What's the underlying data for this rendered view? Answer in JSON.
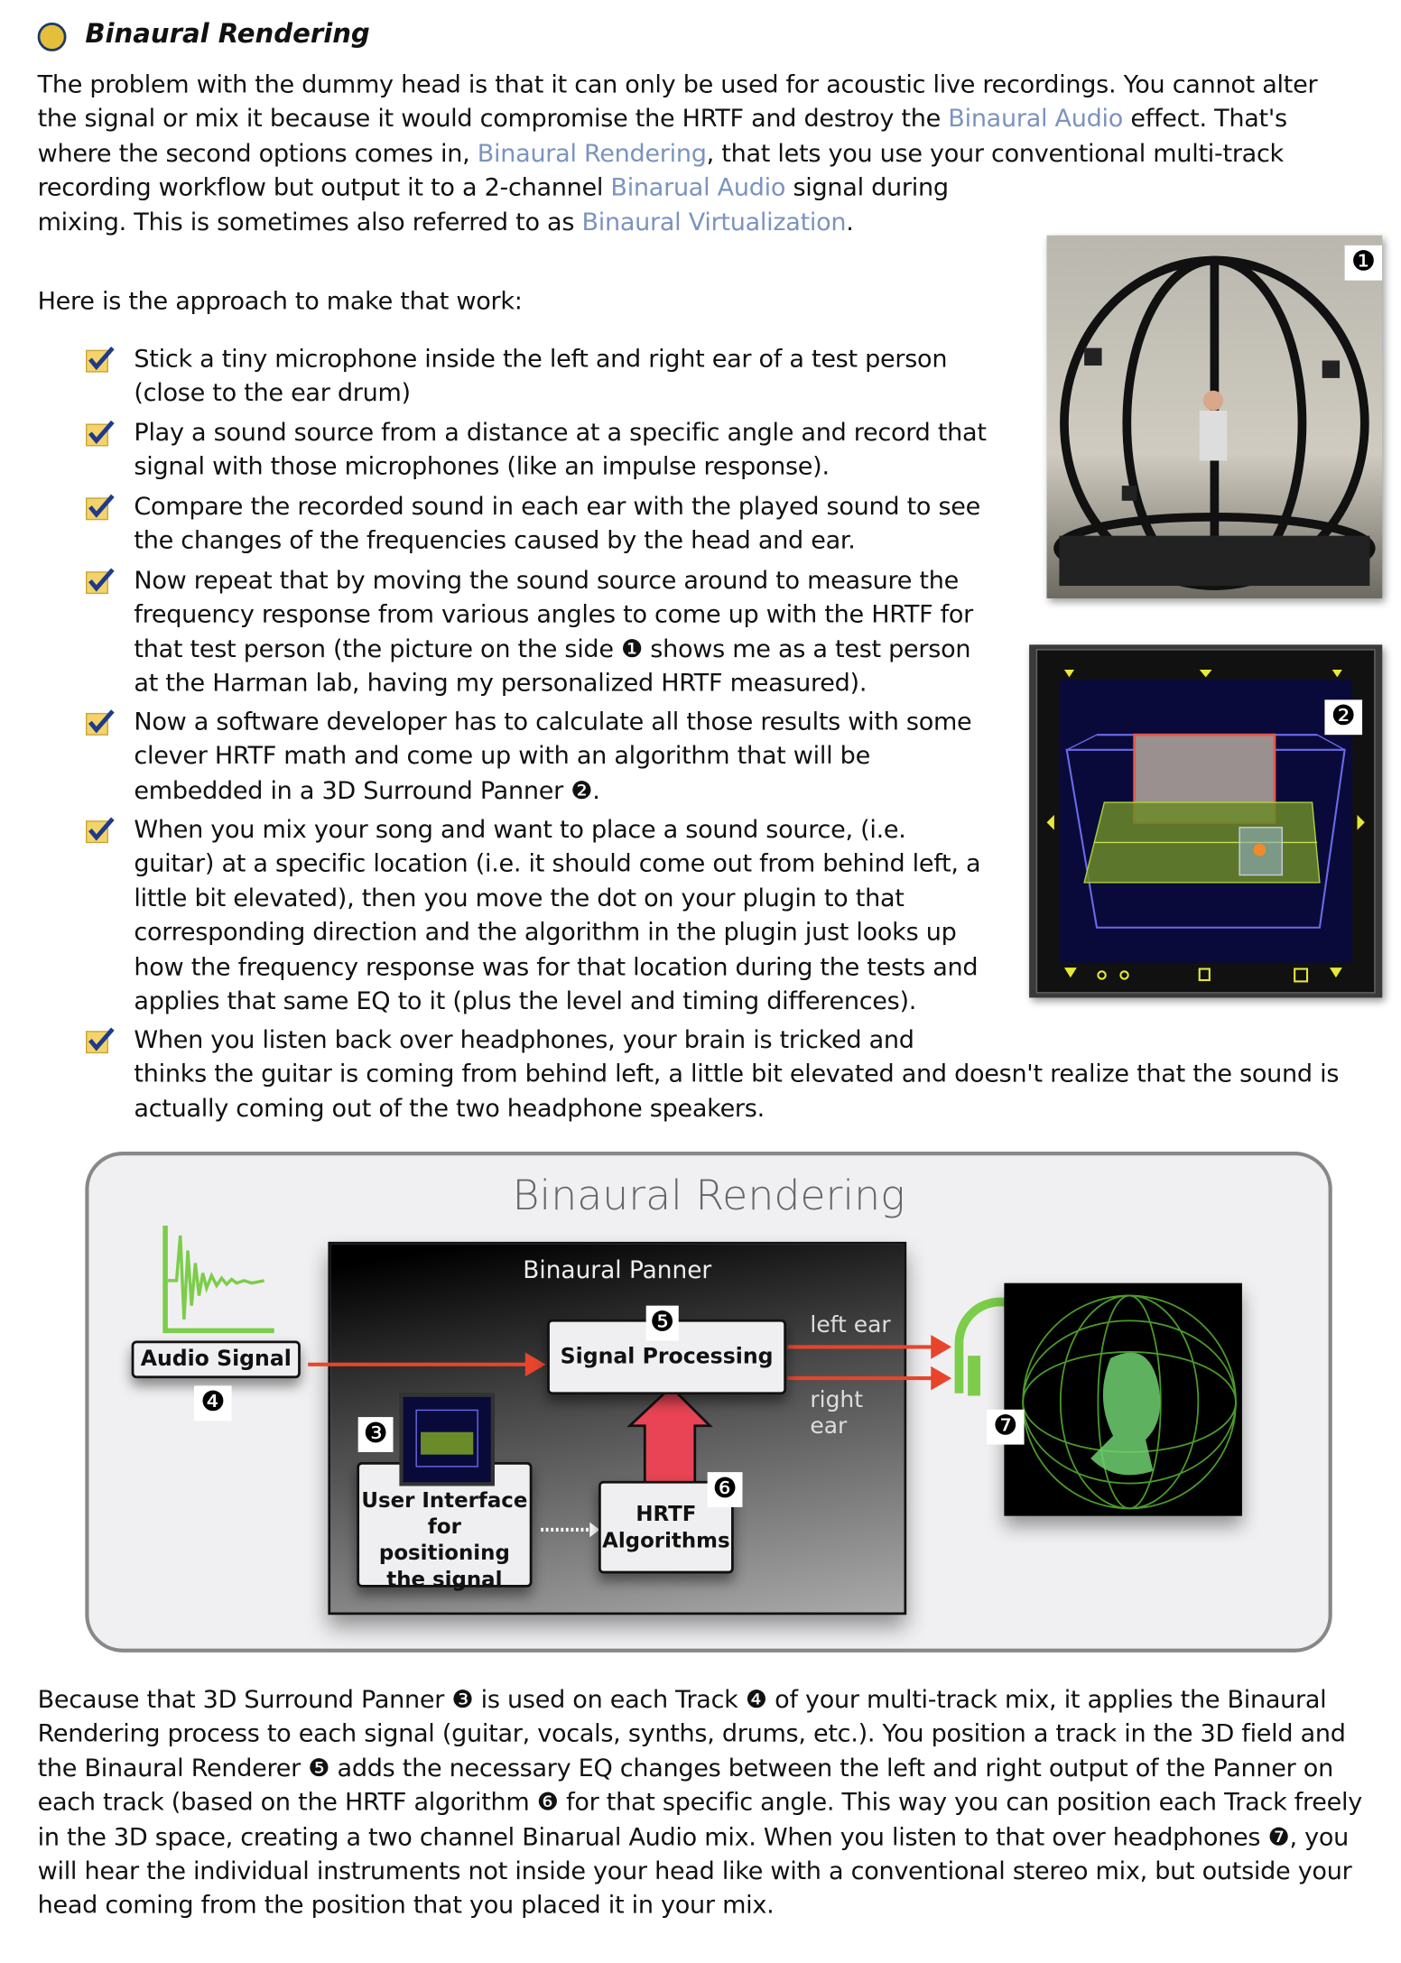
{
  "heading": {
    "title": "Binaural Rendering",
    "bullet_color": "#e4bf3b"
  },
  "intro": [
    [
      {
        "t": "The problem with the dummy head is that it can only be used for acoustic live recordings. You cannot alter"
      }
    ],
    [
      {
        "t": "the signal or mix it because it would compromise the HRTF and destroy the "
      },
      {
        "t": "Binaural Audio",
        "link": true
      },
      {
        "t": " effect. That's"
      }
    ],
    [
      {
        "t": "where the second options comes in, "
      },
      {
        "t": "Binaural Rendering",
        "link": true
      },
      {
        "t": ", that lets you use your  conventional multi-track"
      }
    ],
    [
      {
        "t": "recording workflow but output it to a 2-channel "
      },
      {
        "t": "Binarual Audio",
        "link": true
      },
      {
        "t": " signal during"
      }
    ],
    [
      {
        "t": "mixing. This is sometimes also referred to as "
      },
      {
        "t": "Binaural Virtualization",
        "link": true
      },
      {
        "t": "."
      }
    ]
  ],
  "approach_label": "Here is the approach to make that work:",
  "steps": [
    [
      "Stick a tiny microphone inside the left and right ear of a test person",
      "(close to the ear drum)"
    ],
    [
      "Play a sound source from a distance at a specific angle and record that",
      "signal with those microphones (like an impulse response)."
    ],
    [
      "Compare the recorded sound in each ear with the played sound to see",
      "the changes of the frequencies caused by the head and ear."
    ],
    [
      "Now repeat that by moving the sound source around to measure the",
      "frequency response from various angles to come up with the HRTF for",
      "that test person (the picture on the side ❶ shows me as a test person",
      "at the Harman lab, having my personalized HRTF measured)."
    ],
    [
      "Now a software developer has to calculate all those results with some",
      "clever HRTF math and come up with an algorithm that will be",
      "embedded in a 3D Surround Panner ❷."
    ],
    [
      "When you mix your song and want to place a sound source, (i.e.",
      "guitar) at a specific location (i.e. it should come out from behind left, a",
      "little bit elevated), then you move the dot on your plugin to that",
      "corresponding direction and the algorithm in the plugin just looks up",
      "how the frequency response was for that location during the tests and",
      "applies that same EQ to it (plus the level and timing differences)."
    ],
    [
      "When you listen back over headphones, your brain is tricked and",
      "thinks the guitar is coming from behind left, a little bit elevated and doesn't realize that the sound is",
      "actually coming out of the two headphone speakers."
    ]
  ],
  "figures": {
    "photo_badge": "❶",
    "panner_badge": "❷"
  },
  "diagram": {
    "title": "Binaural Rendering",
    "panner_title": "Binaural Panner",
    "audio_signal": "Audio Signal",
    "signal_processing": "Signal Processing",
    "ui_box": [
      "User Interface",
      "for positioning",
      "the signal"
    ],
    "hrtf_box": [
      "HRTF",
      "Algorithms"
    ],
    "left_ear": "left ear",
    "right_ear": "right ear",
    "badges": {
      "b3": "❸",
      "b4": "❹",
      "b5": "❺",
      "b6": "❻",
      "b7": "❼"
    },
    "colors": {
      "arrow": "#e8442c",
      "up_arrow": "#e84455",
      "green": "#7ccd4a"
    }
  },
  "closing": [
    "Because that 3D Surround Panner ❸ is used on each Track ❹ of your multi-track mix, it applies the Binaural",
    "Rendering process to each signal (guitar, vocals, synths, drums, etc.). You position a track in the 3D field and",
    "the Binaural Renderer ❺ adds the necessary EQ changes between the left and right output of the Panner on",
    "each track (based on the HRTF algorithm ❻ for that specific angle. This way you can position each Track freely",
    "in the 3D space, creating a two channel Binarual Audio mix. When you listen to that over headphones ❼, you",
    "will hear the individual instruments not inside your head like with a conventional stereo mix, but outside your",
    "head coming from the position that you placed it in your mix."
  ]
}
